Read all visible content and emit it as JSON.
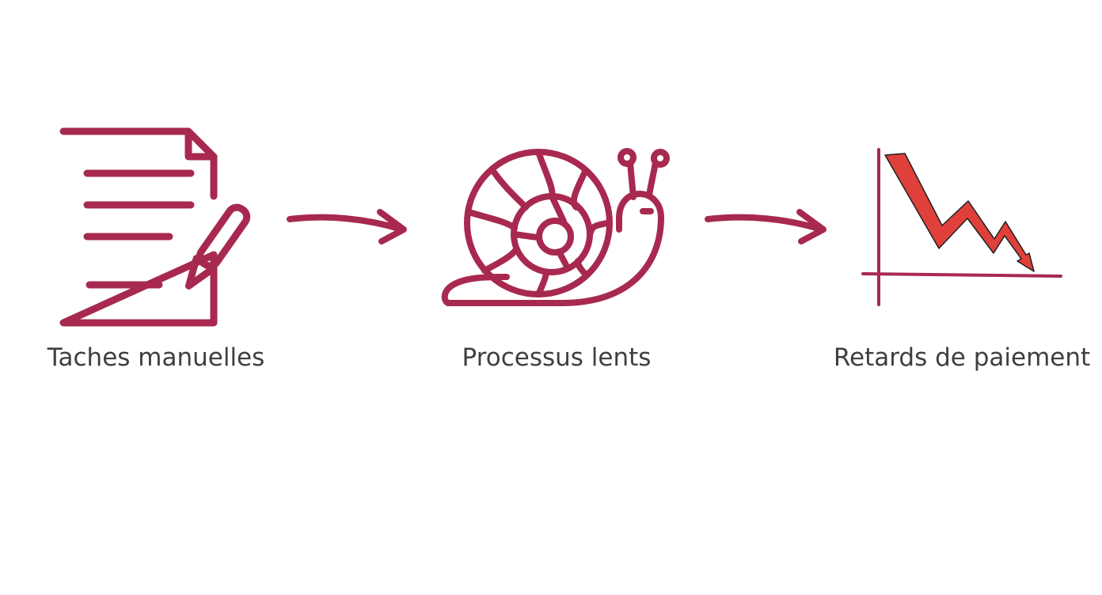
{
  "colors": {
    "accent": "#A8294F",
    "alert": "#E0403A",
    "text": "#3F3F3F",
    "background": "#FFFFFF"
  },
  "steps": [
    {
      "icon": "document-pencil-icon",
      "label": "Taches manuelles"
    },
    {
      "icon": "snail-icon",
      "label": "Processus lents"
    },
    {
      "icon": "declining-chart-icon",
      "label": "Retards de paiement"
    }
  ],
  "connectors": [
    {
      "icon": "arrow-right-icon"
    },
    {
      "icon": "arrow-right-icon"
    }
  ]
}
